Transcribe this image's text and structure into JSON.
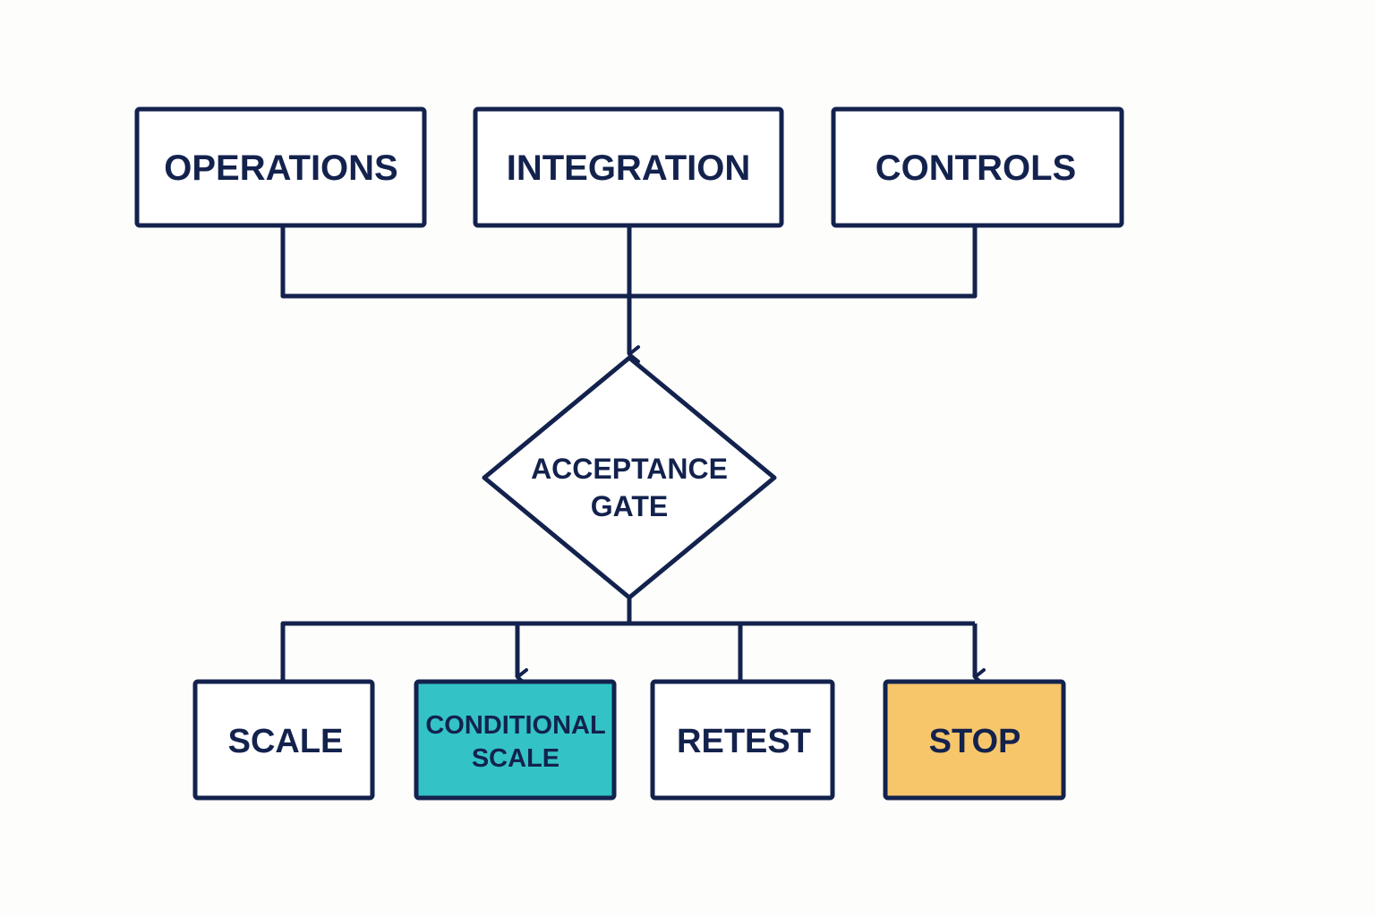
{
  "colors": {
    "stroke": "#13224d",
    "background": "#fdfdfc",
    "box_fill": "#ffffff",
    "conditional_fill": "#33c3c6",
    "stop_fill": "#f7c66b",
    "text": "#13224d"
  },
  "inputs": [
    {
      "id": "operations",
      "label": "OPERATIONS"
    },
    {
      "id": "integration",
      "label": "INTEGRATION"
    },
    {
      "id": "controls",
      "label": "CONTROLS"
    }
  ],
  "gate": {
    "line1": "ACCEPTANCE",
    "line2": "GATE"
  },
  "outcomes": [
    {
      "id": "scale",
      "line1": "SCALE",
      "line2": ""
    },
    {
      "id": "conditional-scale",
      "line1": "CONDITIONAL",
      "line2": "SCALE"
    },
    {
      "id": "retest",
      "line1": "RETEST",
      "line2": ""
    },
    {
      "id": "stop",
      "line1": "STOP",
      "line2": ""
    }
  ]
}
